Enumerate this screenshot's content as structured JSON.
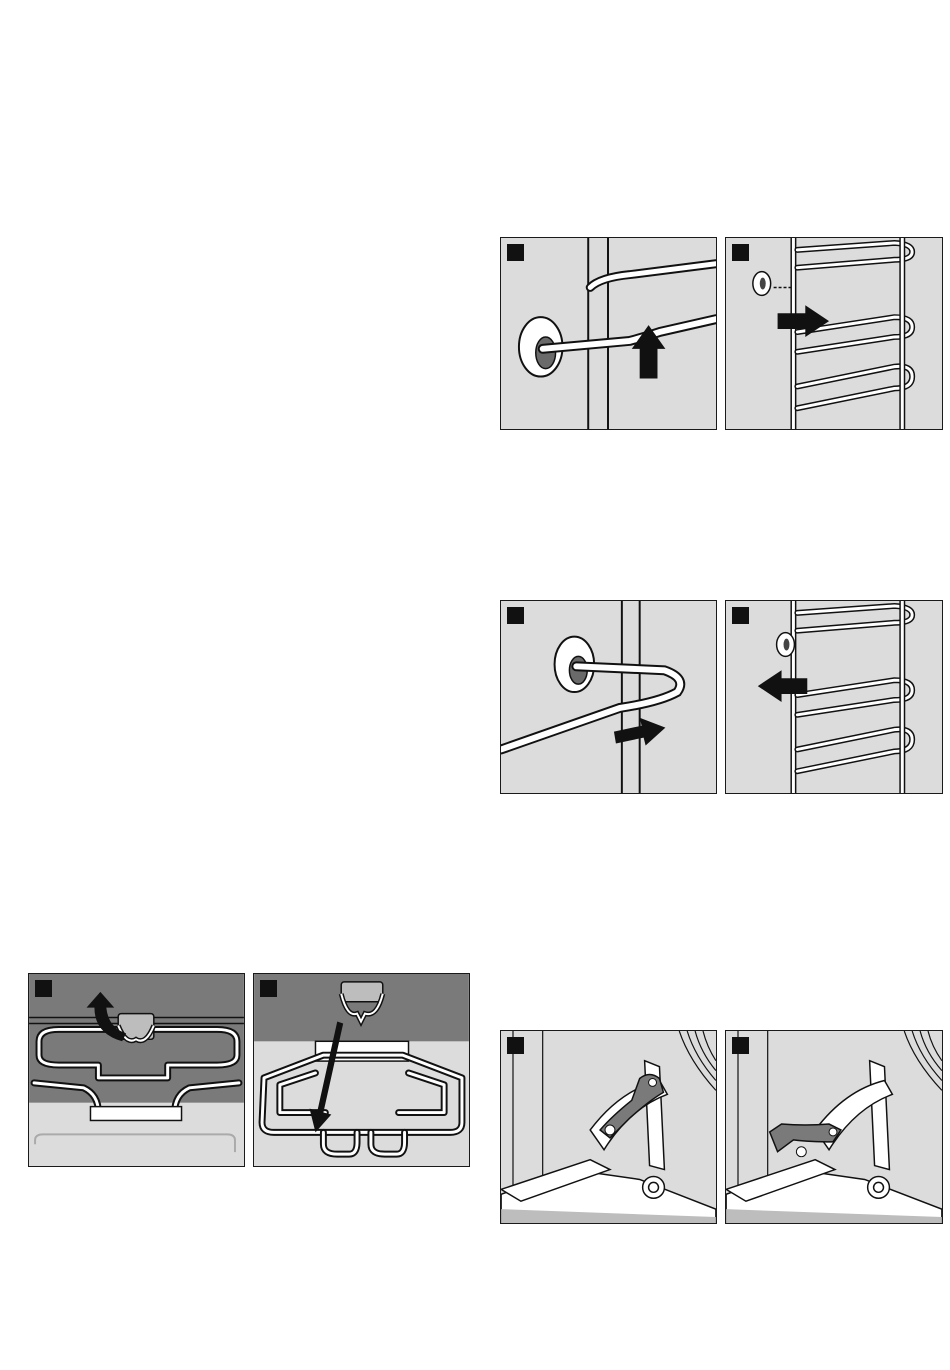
{
  "page": {
    "background": "#ffffff"
  },
  "colors": {
    "panel_bg": "#dcdcdc",
    "dark_area": "#7a7a7a",
    "ink": "#111111",
    "wire": "#ffffff",
    "lever": "#7a7a7a"
  },
  "figures": [
    {
      "id": "remove-rack-lift",
      "icon": "arrow-up-icon"
    },
    {
      "id": "remove-rack-pull",
      "icon": "arrow-right-icon"
    },
    {
      "id": "insert-rack-push",
      "icon": "arrow-right-icon"
    },
    {
      "id": "insert-rack-hook",
      "icon": "arrow-left-icon"
    },
    {
      "id": "rail-clip-unhook",
      "icon": "curved-arrow-icon"
    },
    {
      "id": "rail-clip-attach",
      "icon": "arrow-down-icon"
    },
    {
      "id": "door-hinge-lever-open",
      "icon": "lever-icon"
    },
    {
      "id": "door-hinge-lever-closed",
      "icon": "lever-icon"
    }
  ]
}
